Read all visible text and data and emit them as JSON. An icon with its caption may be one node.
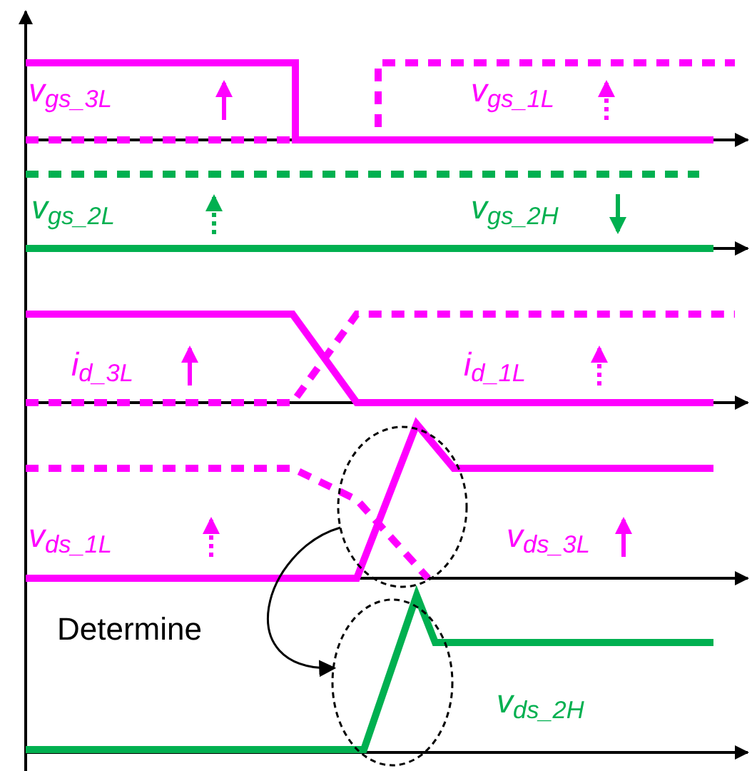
{
  "diagram": {
    "nodes": [
      {
        "text": [],
        "shape": "circle"
      },
      {
        "text": [],
        "shape": "circle"
      }
    ],
    "edges": [
      {
        "from": 0,
        "to": 1,
        "arrow": "to",
        "label": "Determine"
      }
    ],
    "labels": [
      "v$_{gs_3L}$",
      "v$_{gs_1L}$",
      "v$_{gs_2L}$",
      "v$_{gs_2H}$",
      "i$_{d_3L}$",
      "i$_{d_1L}$",
      "v$_{ds_1L}$",
      "v$_{ds_3L}$",
      "v$_{ds_2H}$"
    ]
  }
}
